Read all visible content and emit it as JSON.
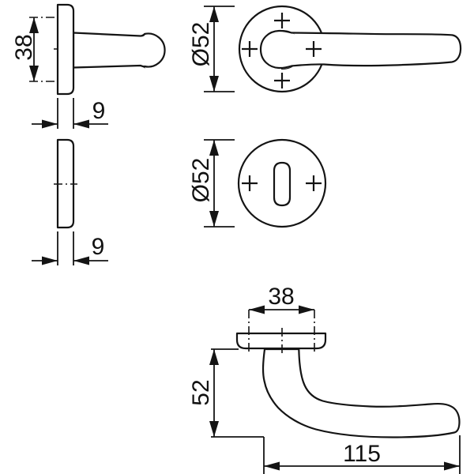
{
  "drawing": {
    "kind": "door-handle-technical-drawing",
    "background": "#ffffff",
    "line_color": "#141414",
    "views": [
      {
        "id": "rose-with-lever-side-view",
        "description": "side profile of lever handle on round rose"
      },
      {
        "id": "escutcheon-side-view",
        "description": "side profile of key rosette"
      },
      {
        "id": "rose-with-lever-front-view",
        "description": "front view of lever handle on round rose with four reference crosses"
      },
      {
        "id": "key-escutcheon-front-view",
        "description": "front view of key rosette with oval keyhole and two reference crosses"
      },
      {
        "id": "lever-top-profile-view",
        "description": "profile of lever handle showing projection and length"
      }
    ]
  },
  "dims": {
    "side_rose_height": "38",
    "side_rose_thickness": "9",
    "key_rose_thickness": "9",
    "rose_diameter": "Ø52",
    "key_rose_diameter": "Ø52",
    "rose_width_profile": "38",
    "handle_projection": "52",
    "handle_length": "115"
  }
}
